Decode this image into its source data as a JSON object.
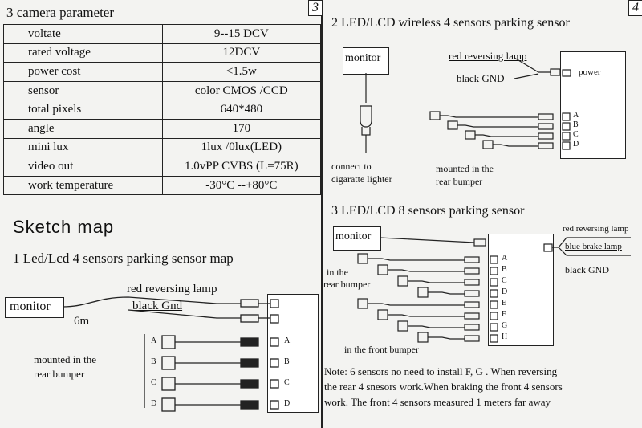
{
  "page_numbers": {
    "left": "3",
    "right": "4"
  },
  "camera": {
    "title": "3  camera parameter",
    "rows": [
      {
        "key": "voltate",
        "value": "9--15 DCV"
      },
      {
        "key": "rated voltage",
        "value": "12DCV"
      },
      {
        "key": "power  cost",
        "value": "<1.5w"
      },
      {
        "key": "sensor",
        "value": "color  CMOS /CCD"
      },
      {
        "key": "total  pixels",
        "value": "640*480"
      },
      {
        "key": "angle",
        "value": "170"
      },
      {
        "key": "mini lux",
        "value": "1lux /0lux(LED)"
      },
      {
        "key": "video out",
        "value": "1.0vPP CVBS  (L=75R)"
      },
      {
        "key": "work  temperature",
        "value": "-30°C --+80°C"
      }
    ]
  },
  "sketch_title": "Sketch  map",
  "diagram1": {
    "title": "1  Led/Lcd  4  sensors  parking sensor  map",
    "monitor": "monitor",
    "cable_len": "6m",
    "red_lamp": "red  reversing  lamp",
    "black_gnd": "black  Gnd",
    "mounted": "mounted  in the",
    "rear_bumper": "rear bumper",
    "letters": [
      "A",
      "B",
      "C",
      "D"
    ]
  },
  "diagram2": {
    "title": "2  LED/LCD  wireless  4  sensors  parking  sensor",
    "monitor": "monitor",
    "red_lamp": "red  reversing  lamp",
    "black_gnd": "black   GND",
    "power": "power",
    "letters": [
      "A",
      "B",
      "C",
      "D"
    ],
    "connect": "connect to",
    "lighter": "cigaratte lighter",
    "mounted": "mounted  in  the",
    "rear_bumper": "rear  bumper"
  },
  "diagram3": {
    "title": "3  LED/LCD  8 sensors  parking  sensor",
    "monitor": "monitor",
    "red_lamp": "red  reversing lamp",
    "blue_lamp": "blue   brake lamp",
    "black_gnd": "black     GND",
    "in_the": "in  the",
    "rear_bumper": "rear bumper",
    "front_bumper": "in  the  front bumper",
    "letters": [
      "A",
      "B",
      "C",
      "D",
      "E",
      "F",
      "G",
      "H"
    ]
  },
  "note": {
    "line1": "Note:    6  sensors no need to install F, G . When reversing",
    "line2": "the  rear 4 snesors work.When braking the front 4 sensors",
    "line3": "work. The front 4 sensors measured 1 meters far away"
  }
}
